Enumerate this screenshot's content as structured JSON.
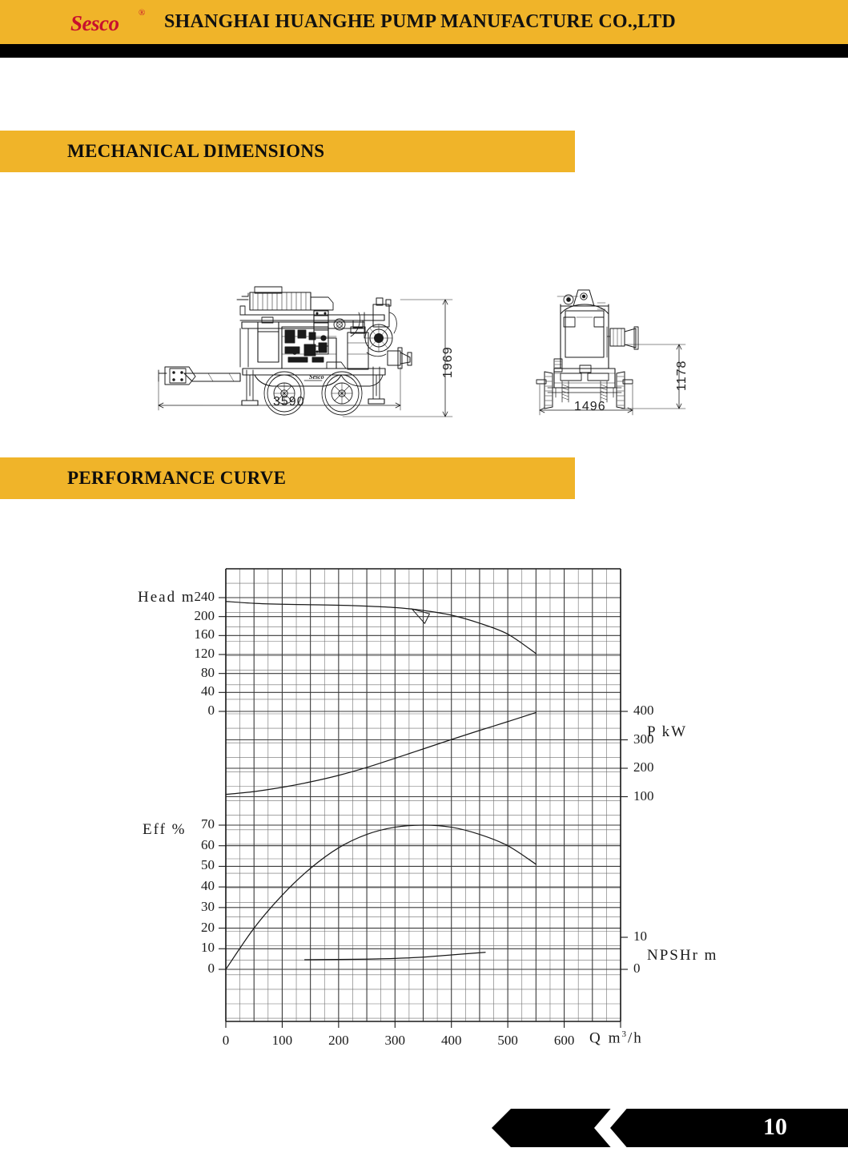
{
  "header": {
    "logo_text": "Sesco",
    "logo_registered": "®",
    "company_name": "SHANGHAI HUANGHE PUMP MANUFACTURE CO.,LTD",
    "bar_color": "#f0b429",
    "logo_color": "#c8102e"
  },
  "sections": {
    "dimensions": {
      "title": "MECHANICAL DIMENSIONS",
      "banner_color": "#f0b429"
    },
    "curve": {
      "title": "PERFORMANCE CURVE",
      "banner_color": "#f0b429"
    }
  },
  "drawings": {
    "side_view": {
      "name": "trailer-pump-side-view",
      "length_label": "3590",
      "height_label": "1969",
      "badge_text": "Sesco"
    },
    "front_view": {
      "name": "trailer-pump-front-view",
      "width_label": "1496",
      "height_label": "1178"
    }
  },
  "chart_data": {
    "type": "line",
    "title": "PERFORMANCE CURVE",
    "xlabel": "Q m³/h",
    "xlabel_parts": {
      "symbol": "Q",
      "unit_base": "m",
      "unit_sup": "3",
      "unit_rest": "/h"
    },
    "x_ticks": [
      0,
      100,
      200,
      300,
      400,
      500,
      600
    ],
    "xlim": [
      0,
      700
    ],
    "grid": true,
    "axes": [
      {
        "id": "head",
        "label": "Head m",
        "side": "left",
        "ticks": [
          0,
          40,
          80,
          120,
          160,
          200,
          240
        ],
        "lim": [
          0,
          240
        ]
      },
      {
        "id": "power",
        "label": "P kW",
        "side": "right",
        "ticks": [
          100,
          200,
          300,
          400
        ],
        "lim": [
          0,
          440
        ]
      },
      {
        "id": "eff",
        "label": "Eff %",
        "side": "left",
        "ticks": [
          0,
          10,
          20,
          30,
          40,
          50,
          60,
          70
        ],
        "lim": [
          0,
          70
        ]
      },
      {
        "id": "npshr",
        "label": "NPSHr m",
        "side": "right",
        "ticks": [
          0,
          10
        ],
        "lim": [
          0,
          10
        ]
      }
    ],
    "series": [
      {
        "name": "Head",
        "axis": "head",
        "x": [
          0,
          50,
          100,
          150,
          200,
          250,
          300,
          350,
          400,
          450,
          500,
          550
        ],
        "values": [
          232,
          228,
          226,
          225,
          224,
          222,
          219,
          213,
          203,
          186,
          163,
          122
        ]
      },
      {
        "name": "P",
        "axis": "power",
        "x": [
          0,
          50,
          100,
          150,
          200,
          250,
          300,
          350,
          400,
          450,
          500,
          550
        ],
        "values": [
          108,
          118,
          133,
          152,
          175,
          203,
          235,
          268,
          301,
          333,
          364,
          396
        ]
      },
      {
        "name": "Eff",
        "axis": "eff",
        "x": [
          0,
          50,
          100,
          150,
          200,
          250,
          300,
          350,
          400,
          450,
          500,
          550
        ],
        "values": [
          0,
          20,
          36,
          49,
          59,
          65.5,
          69,
          70,
          69,
          65.5,
          60,
          51
        ]
      },
      {
        "name": "NPSHr",
        "axis": "npshr",
        "x": [
          140,
          200,
          250,
          300,
          350,
          400,
          460
        ],
        "values": [
          3.0,
          3.1,
          3.2,
          3.4,
          3.8,
          4.5,
          5.3
        ]
      }
    ]
  },
  "footer": {
    "page_number": "10"
  }
}
